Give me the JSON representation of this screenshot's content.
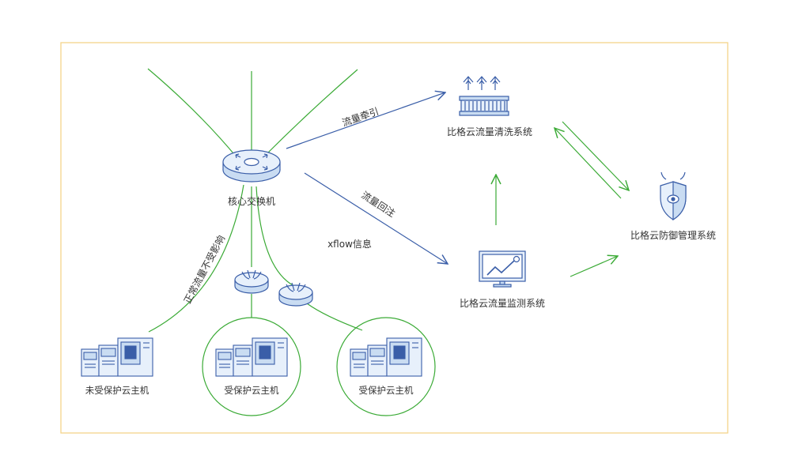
{
  "nodes": {
    "core_switch": "核心交换机",
    "scrubbing": "比格云流量清洗系统",
    "monitoring": "比格云流量监测系统",
    "defense_mgmt": "比格云防御管理系统",
    "unprotected_host": "未受保护云主机",
    "protected_host_1": "受保护云主机",
    "protected_host_2": "受保护云主机"
  },
  "edges": {
    "traffic_diversion": "流量牵引",
    "traffic_reinjection": "流量回注",
    "xflow_info": "xflow信息",
    "normal_traffic": "正常流量不受影响"
  },
  "colors": {
    "frame": "#f5d48a",
    "green": "#3aaa35",
    "blue": "#3a5ea8",
    "icon_stroke": "#3a5ea8",
    "icon_fill": "#d8e6f7"
  }
}
